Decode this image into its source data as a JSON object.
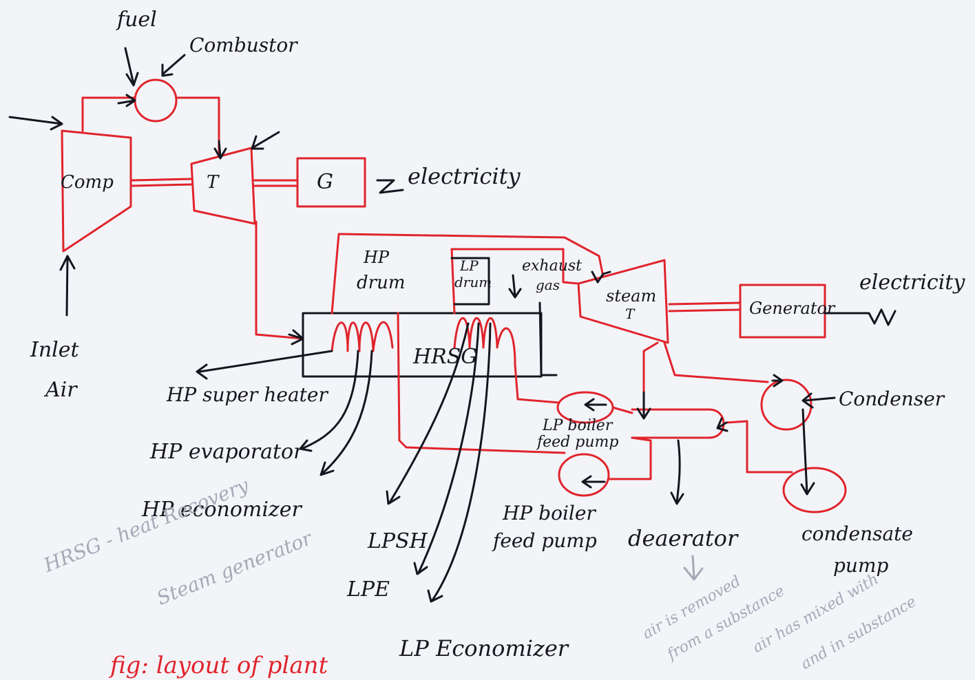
{
  "labels": {
    "fuel": "fuel",
    "combustor": "Combustor",
    "comp": "Comp",
    "turbine": "T",
    "gen_small": "G",
    "electricity_1": "electricity",
    "inlet": "Inlet",
    "air": "Air",
    "hp_drum_1": "HP",
    "hp_drum_2": "drum",
    "lp_drum_1": "LP",
    "lp_drum_2": "drum",
    "exhaust_1": "exhaust",
    "exhaust_2": "gas",
    "steam_1": "steam",
    "steam_2": "T",
    "generator": "Generator",
    "electricity_2": "electricity",
    "hrsg": "HRSG",
    "hp_superheater": "HP super heater",
    "hp_evaporator": "HP evaporator",
    "hp_economizer": "HP economizer",
    "lp_sh": "LPSH",
    "lp_e": "LPE",
    "lp_economizer": "LP Economizer",
    "lp_pump_1": "LP boiler",
    "lp_pump_2": "feed pump",
    "hp_pump_1": "HP boiler",
    "hp_pump_2": "feed pump",
    "deaerator": "deaerator",
    "condenser": "Condenser",
    "cond_pump_1": "condensate",
    "cond_pump_2": "pump",
    "hrsg_note_1": "HRSG - heat Recovery",
    "hrsg_note_2": "Steam generator",
    "air_note_1": "air is removed",
    "air_note_2": "from a substance",
    "air_note_3": "air has mixed with",
    "air_note_4": "and in substance",
    "fig_caption": "fig: layout of plant"
  },
  "colors": {
    "ink": "#15151f",
    "red": "#e0242c",
    "faint": "#a7a8b6",
    "paper": "#f3f4f8"
  }
}
